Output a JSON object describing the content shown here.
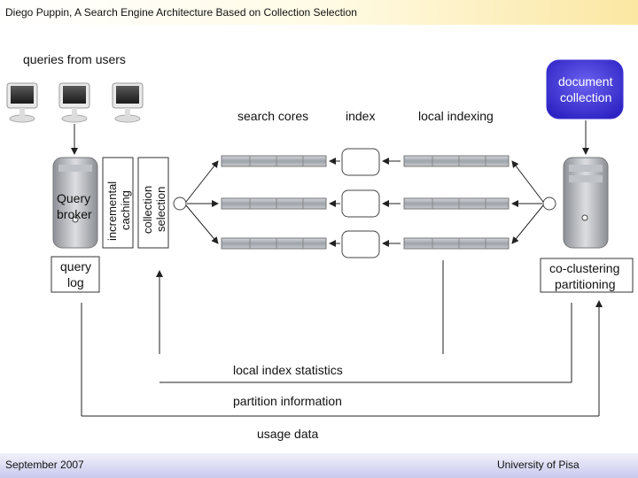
{
  "header": {
    "title": "Diego Puppin, A Search Engine Architecture Based on Collection Selection"
  },
  "footer": {
    "date": "September 2007",
    "institution": "University of Pisa"
  },
  "diagram": {
    "queries_label": "queries from users",
    "search_cores_label": "search cores",
    "index_label": "index",
    "local_indexing_label": "local indexing",
    "document_collection": [
      "document",
      "collection"
    ],
    "query_broker": [
      "Query",
      "broker"
    ],
    "incremental_caching": [
      "incremental",
      "caching"
    ],
    "collection_selection": [
      "collection",
      "selection"
    ],
    "query_log": [
      "query",
      "log"
    ],
    "co_clustering": [
      "co-clustering",
      "partitioning"
    ],
    "local_index_statistics": "local index statistics",
    "partition_information": "partition information",
    "usage_data": "usage data",
    "colors": {
      "collection_fill": "#3a2fd0",
      "collection_text": "#ffffff",
      "header_accent": "#fbe7a2",
      "footer_accent": "#c9c9ee"
    }
  }
}
